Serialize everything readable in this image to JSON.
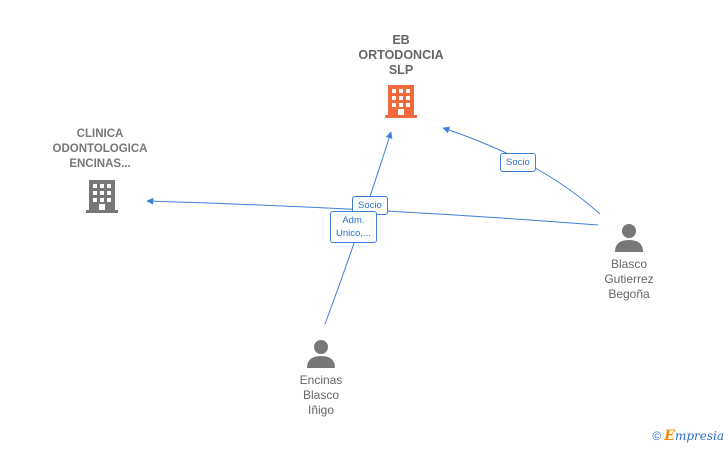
{
  "nodes": {
    "eb_ortodoncia": {
      "label": "EB\nORTODONCIA\nSLP",
      "icon": "building-icon",
      "color": "#f06a3c"
    },
    "clinica": {
      "label": "CLINICA\nODONTOLOGICA\nENCINAS...",
      "icon": "building-icon",
      "color": "#777777"
    },
    "blasco": {
      "label": "Blasco\nGutierrez\nBegoña",
      "icon": "person-icon",
      "color": "#777777"
    },
    "encinas": {
      "label": "Encinas\nBlasco\nIñigo",
      "icon": "person-icon",
      "color": "#777777"
    }
  },
  "edges": {
    "blasco_to_eb": {
      "label": "Socio"
    },
    "blasco_to_clinica": {
      "label": "Socio"
    },
    "encinas_to_eb": {
      "label": "Adm.\nUnico,..."
    }
  },
  "colors": {
    "edge": "#3f7fd8"
  },
  "brand": {
    "copyright": "©",
    "initial": "E",
    "rest": "mpresia"
  }
}
